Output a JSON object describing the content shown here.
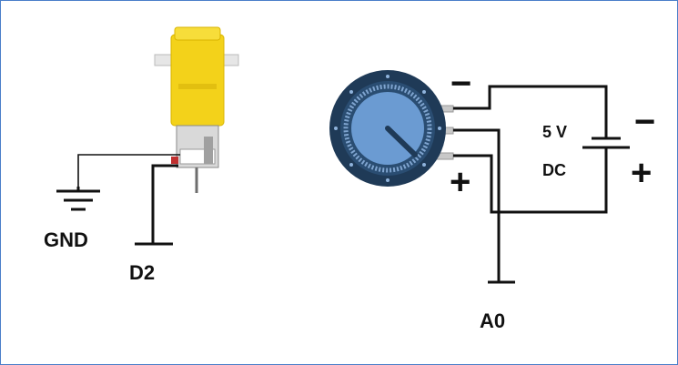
{
  "labels": {
    "gnd": "GND",
    "d2": "D2",
    "a0": "A0",
    "voltage": "5 V",
    "dc": "DC",
    "pot_minus": "−",
    "pot_plus": "+",
    "battery_minus": "−",
    "battery_plus": "+"
  },
  "colors": {
    "frame_border": "#4a7fc9",
    "wire": "#111111",
    "motor_body": "#f3d21a",
    "knob_outer": "#1f3a57",
    "knob_inner": "#6b9bd2"
  },
  "icons": {
    "motor": "dc-motor-icon",
    "potentiometer": "potentiometer-icon",
    "ground": "ground-symbol",
    "battery": "battery-icon"
  }
}
